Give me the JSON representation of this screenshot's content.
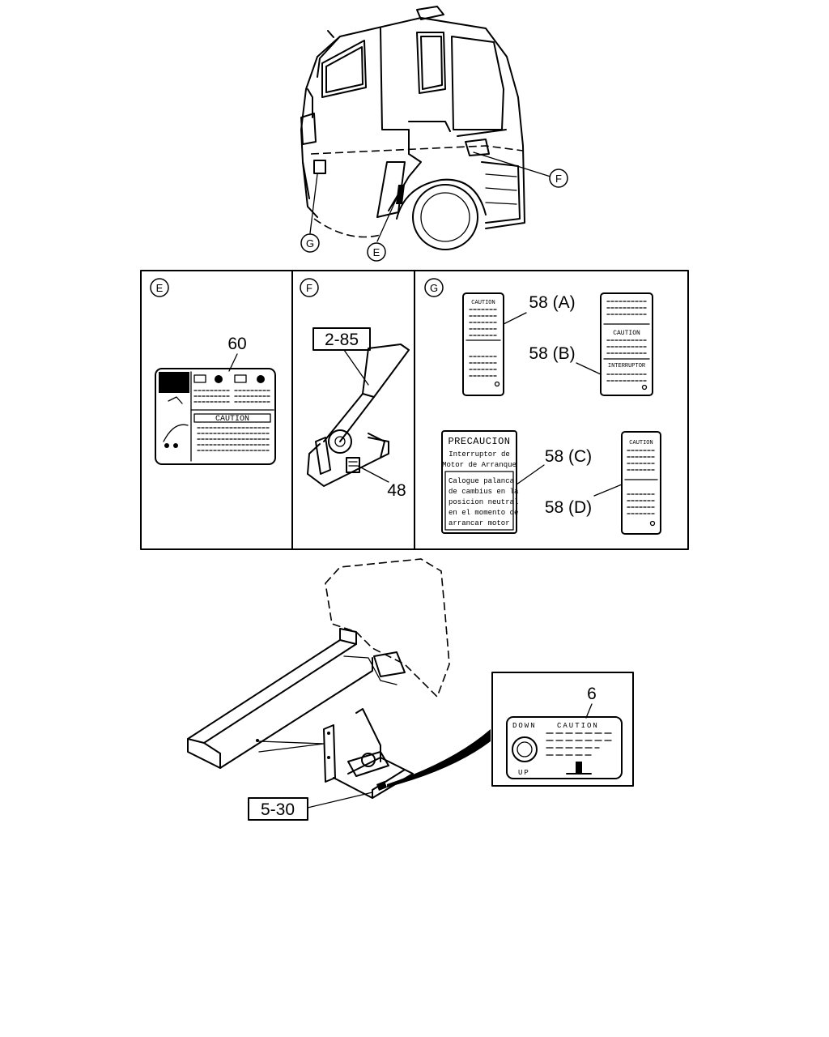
{
  "callouts": {
    "top_f": "F",
    "top_g": "G",
    "top_e": "E"
  },
  "panels": {
    "e": {
      "letter": "E",
      "part": "60",
      "label_caption": "CAUTION"
    },
    "f": {
      "letter": "F",
      "ref": "2-85",
      "part": "48"
    },
    "g": {
      "letter": "G",
      "part_a": "58 (A)",
      "part_b": "58 (B)",
      "part_c": "58 (C)",
      "part_d": "58 (D)",
      "label_a_caption": "CAUTION",
      "label_b_caption": "CAUTION",
      "label_b_footer": "INTERRUPTOR",
      "label_c_title": "PRECAUCION",
      "label_c_sub1": "Interruptor de",
      "label_c_sub2": "Motor de Arranque",
      "label_c_body": [
        "Calogue palanca",
        "de cambius en la",
        "posicion neutral",
        "en el momento de",
        "arrancar motor"
      ],
      "label_d_caption": "CAUTION"
    }
  },
  "bottom": {
    "ref": "5-30",
    "part": "6",
    "label_down": "DOWN",
    "label_caution": "CAUTION",
    "label_up": "UP"
  }
}
